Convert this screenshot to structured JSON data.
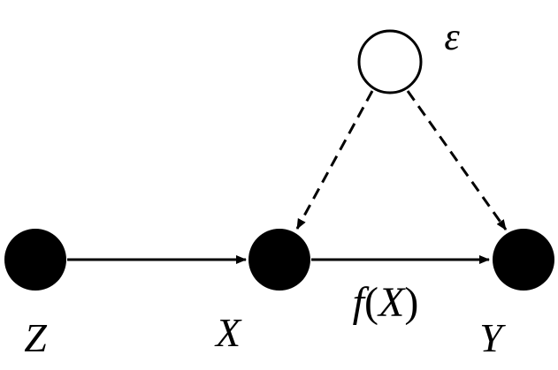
{
  "diagram": {
    "colors": {
      "observed_fill": "#000000",
      "latent_fill": "#ffffff",
      "stroke": "#000000",
      "background": "#ffffff"
    },
    "nodes": {
      "z": {
        "label": "Z",
        "kind": "observed"
      },
      "x": {
        "label": "X",
        "kind": "observed"
      },
      "y": {
        "label": "Y",
        "kind": "observed"
      },
      "epsilon": {
        "label": "ε",
        "kind": "latent"
      }
    },
    "edges": {
      "z_to_x": {
        "from": "Z",
        "to": "X",
        "style": "solid",
        "label": ""
      },
      "x_to_y": {
        "from": "X",
        "to": "Y",
        "style": "solid",
        "label_f": "f",
        "label_open": "(",
        "label_x": "X",
        "label_close": ")"
      },
      "epsilon_to_x": {
        "from": "ε",
        "to": "X",
        "style": "dashed",
        "label": ""
      },
      "epsilon_to_y": {
        "from": "ε",
        "to": "Y",
        "style": "dashed",
        "label": ""
      }
    }
  }
}
